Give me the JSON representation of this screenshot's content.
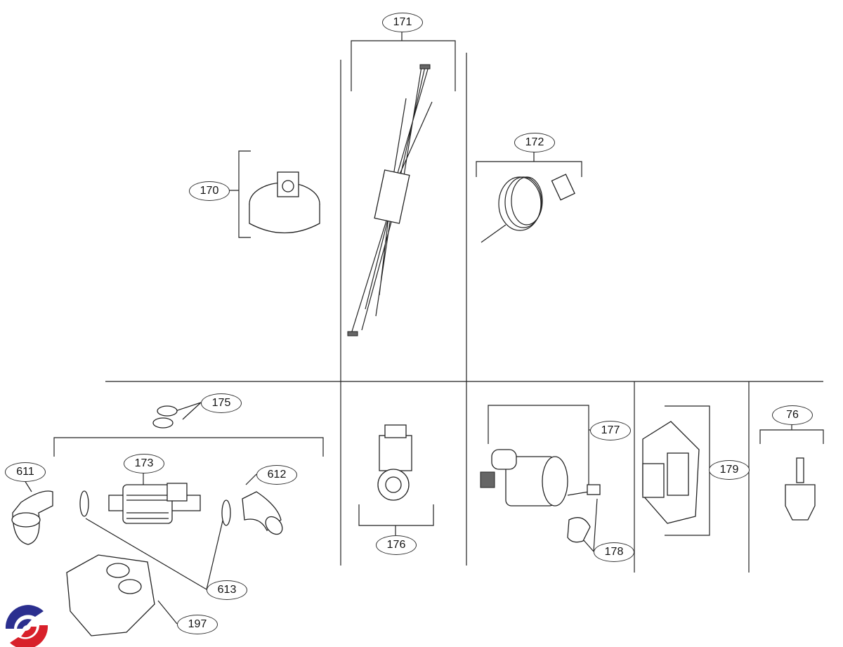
{
  "callouts": {
    "c170": "170",
    "c171": "171",
    "c172": "172",
    "c173": "173",
    "c175": "175",
    "c176": "176",
    "c177": "177",
    "c178": "178",
    "c179": "179",
    "c76": "76",
    "c611": "611",
    "c612": "612",
    "c613": "613",
    "c197": "197"
  },
  "logo": {
    "colors": {
      "blue": "#2b2f8f",
      "red": "#d8202a"
    }
  }
}
